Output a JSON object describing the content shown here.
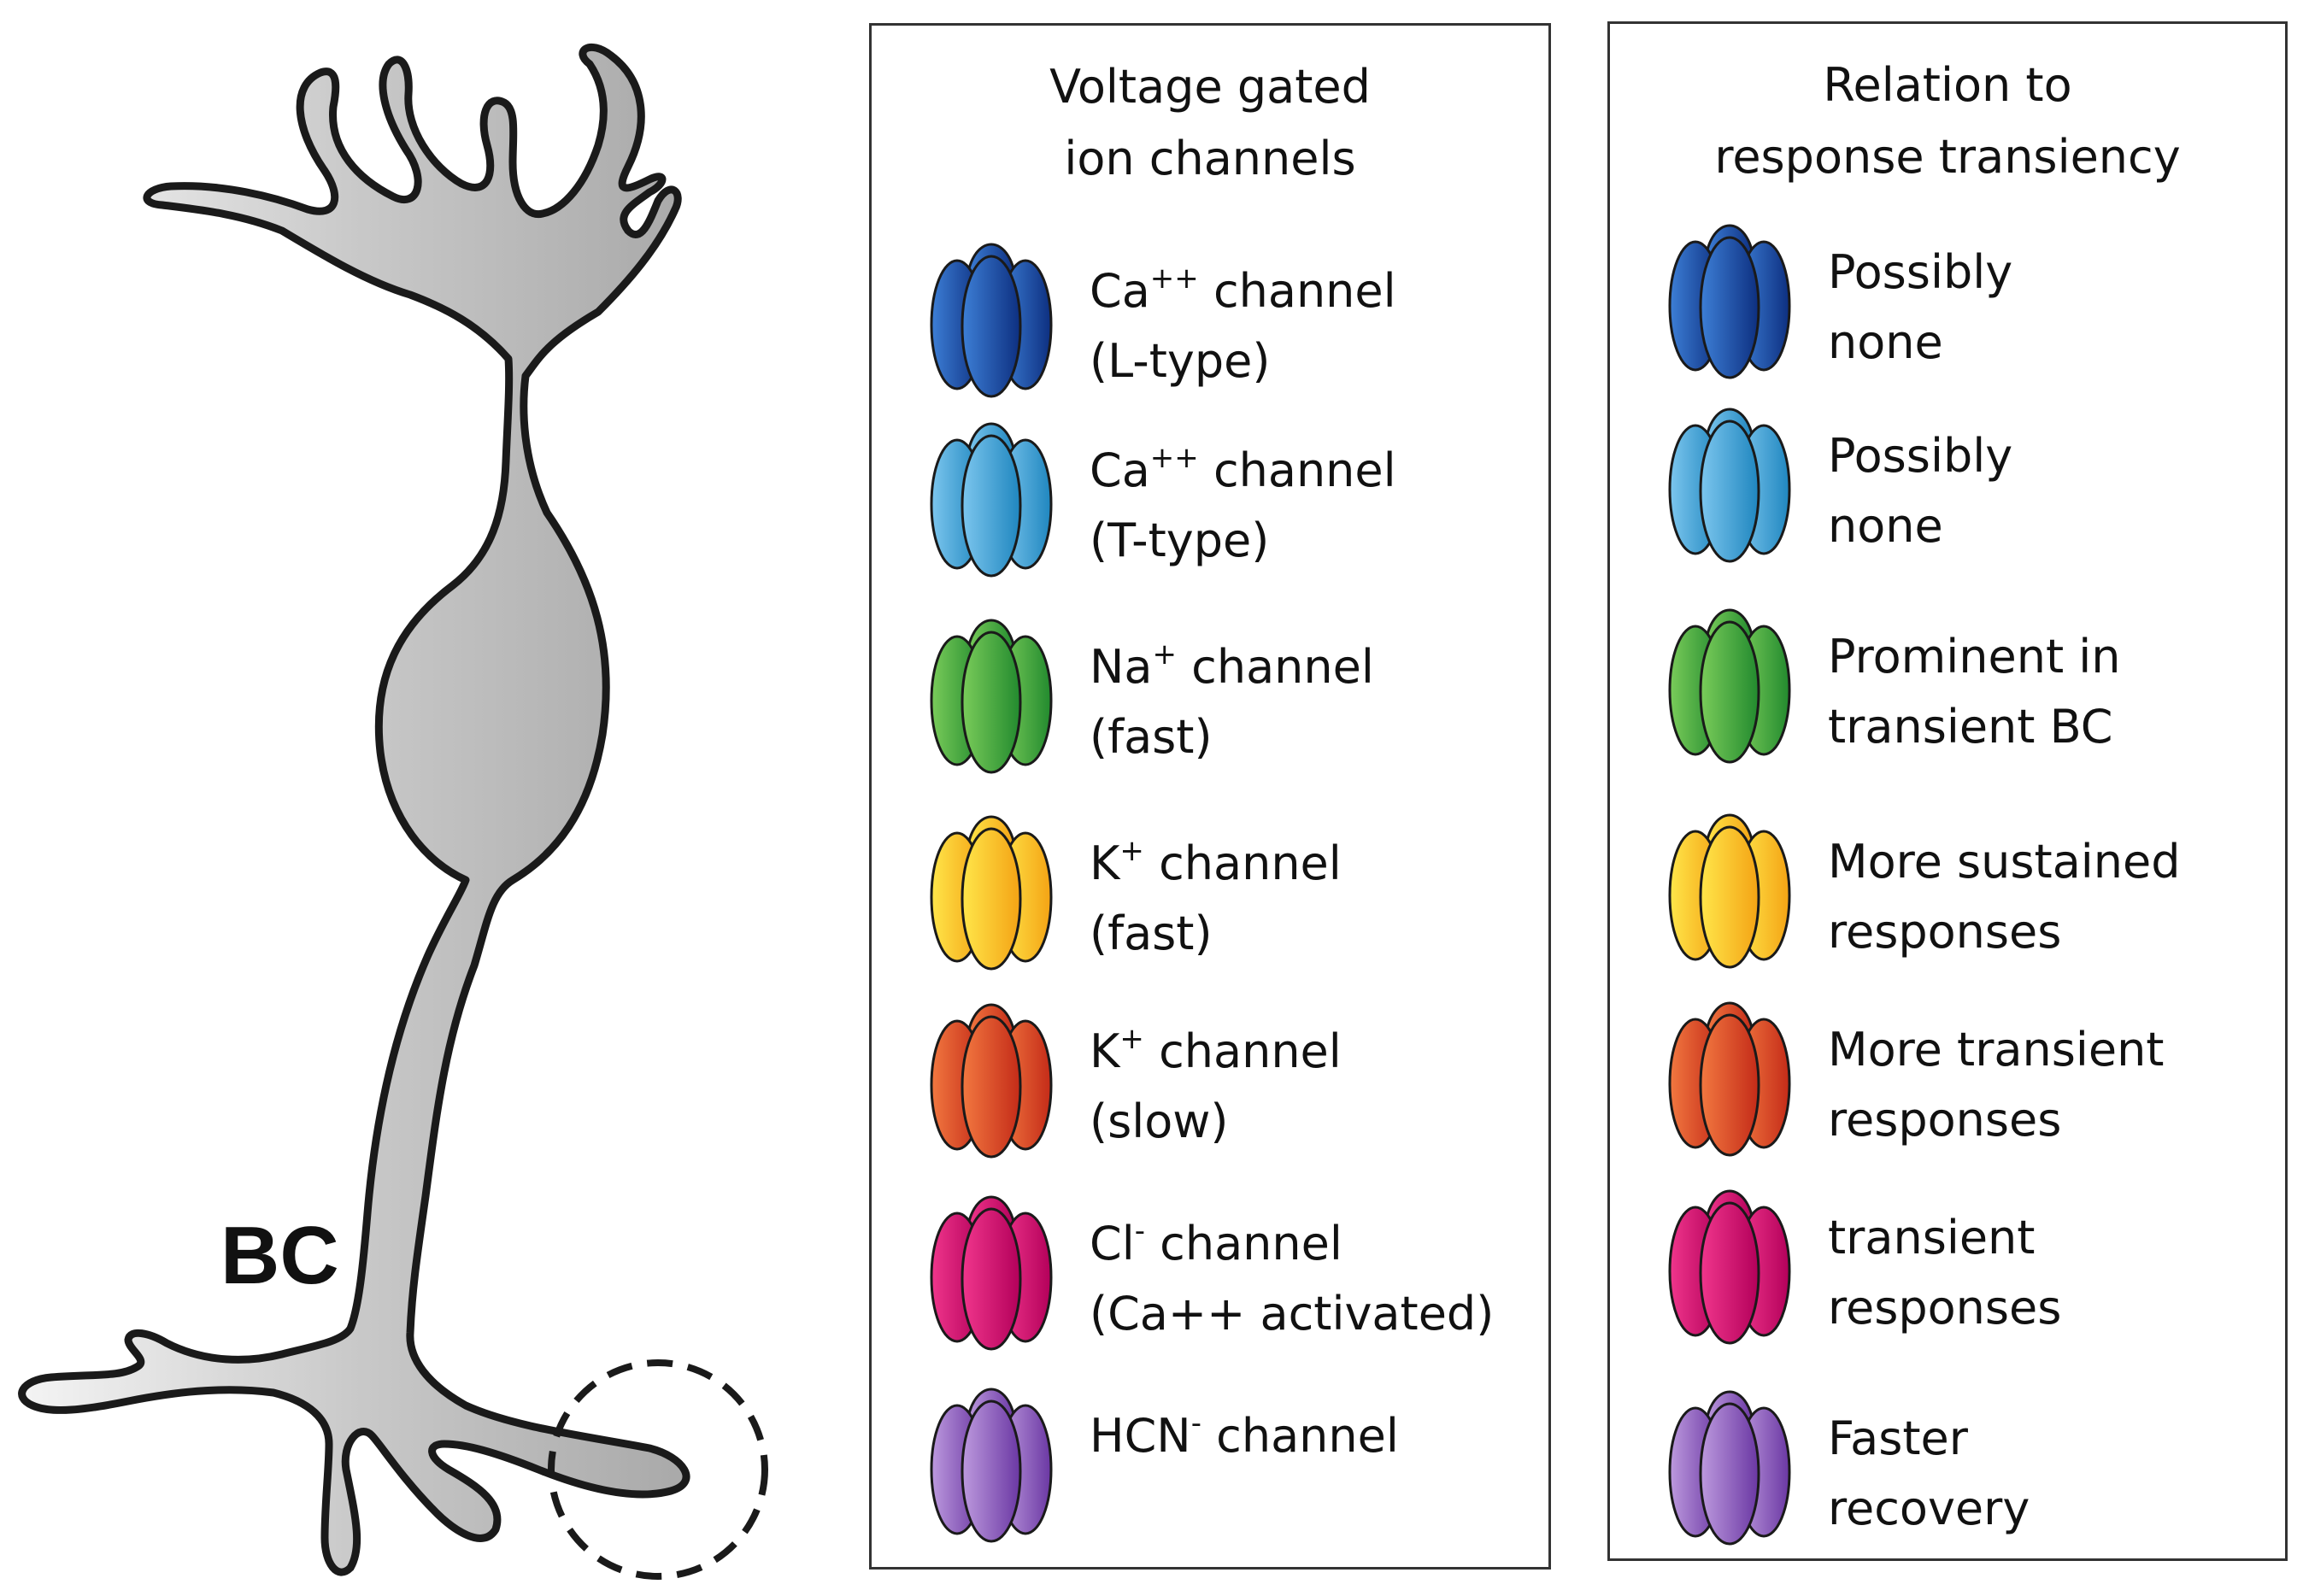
{
  "cell_label": "BC",
  "channels_panel": {
    "title_line1": "Voltage gated",
    "title_line2": "ion channels",
    "items": [
      {
        "name": "Ca",
        "sup": "++",
        "suffix": " channel",
        "line2": "(L-type)",
        "color_light": "#3d7fd6",
        "color_dark": "#0d2f80"
      },
      {
        "name": "Ca",
        "sup": "++",
        "suffix": " channel",
        "line2": "(T-type)",
        "color_light": "#7cc6ee",
        "color_dark": "#1f86bf"
      },
      {
        "name": "Na",
        "sup": "+",
        "suffix": " channel",
        "line2": "(fast)",
        "color_light": "#7acc5a",
        "color_dark": "#228a2e"
      },
      {
        "name": "K",
        "sup": "+",
        "suffix": " channel",
        "line2": "(fast)",
        "color_light": "#ffe64a",
        "color_dark": "#f4a314"
      },
      {
        "name": "K",
        "sup": "+",
        "suffix": " channel",
        "line2": "(slow)",
        "color_light": "#f27840",
        "color_dark": "#c42b18"
      },
      {
        "name": "Cl",
        "sup": "-",
        "suffix": " channel",
        "line2": "(Ca++ activated)",
        "color_light": "#f0368c",
        "color_dark": "#b3005a"
      },
      {
        "name": "HCN",
        "sup": "-",
        "suffix": " channel",
        "line2": "",
        "color_light": "#bd9ade",
        "color_dark": "#6a37a3"
      }
    ]
  },
  "relation_panel": {
    "title_line1": "Relation to",
    "title_line2": "response transiency",
    "items": [
      {
        "line1": "Possibly",
        "line2": "none"
      },
      {
        "line1": "Possibly",
        "line2": "none"
      },
      {
        "line1": "Prominent in",
        "line2": "transient BC"
      },
      {
        "line1": "More sustained",
        "line2": "responses"
      },
      {
        "line1": "More transient",
        "line2": "responses"
      },
      {
        "line1": "transient",
        "line2": "responses"
      },
      {
        "line1": "Faster",
        "line2": "recovery"
      }
    ]
  }
}
